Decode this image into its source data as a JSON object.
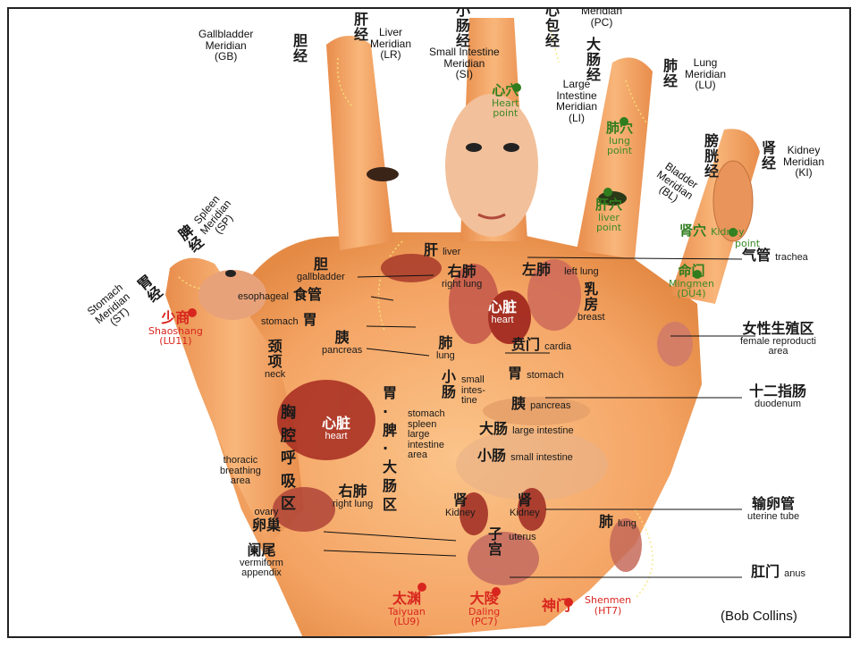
{
  "meridians": {
    "gb": {
      "zh": "胆经",
      "en": "Gallbladder",
      "en2": "Meridian",
      "code": "(GB)"
    },
    "lr": {
      "zh": "肝经",
      "en": "Liver",
      "en2": "Meridian",
      "code": "(LR)"
    },
    "si": {
      "zh": "小肠经",
      "en": "Small Intestine",
      "en2": "Meridian",
      "code": "(SI)"
    },
    "pc": {
      "zh": "心包经",
      "en": "Meridian",
      "code": "(PC)"
    },
    "li": {
      "zh": "大肠经",
      "en": "Large",
      "en2": "Intestine",
      "en3": "Meridian",
      "code": "(LI)"
    },
    "lu": {
      "zh": "肺经",
      "en": "Lung",
      "en2": "Meridian",
      "code": "(LU)"
    },
    "bl": {
      "zh": "膀胱经",
      "en": "Bladder",
      "en2": "Meridian",
      "code": "(BL)"
    },
    "ki": {
      "zh": "肾经",
      "en": "Kidney",
      "en2": "Meridian",
      "code": "(KI)"
    },
    "sp": {
      "zh": "脾经",
      "en": "Spleen",
      "en2": "Meridian",
      "code": "(SP)"
    },
    "st": {
      "zh": "胃经",
      "en": "Stomach",
      "en2": "Meridian",
      "code": "(ST)"
    }
  },
  "points": {
    "heart": {
      "zh": "心穴",
      "en": "Heart",
      "en2": "point"
    },
    "lung": {
      "zh": "肺穴",
      "en": "lung",
      "en2": "point"
    },
    "liver": {
      "zh": "肝穴",
      "en": "liver",
      "en2": "point"
    },
    "kidney": {
      "zh": "肾穴",
      "en": "Kidney",
      "en2": "point"
    },
    "mingmen": {
      "zh": "命门",
      "en": "Mingmen",
      "en2": "(DU4)"
    },
    "shaoshang": {
      "zh": "少商",
      "en": "Shaoshang",
      "en2": "(LU11)"
    },
    "taiyuan": {
      "zh": "太渊",
      "en": "Taiyuan",
      "en2": "(LU9)"
    },
    "daling": {
      "zh": "大陵",
      "en": "Daling",
      "en2": "(PC7)"
    },
    "shenmen": {
      "zh": "神门",
      "en": "Shenmen",
      "en2": "(HT7)"
    }
  },
  "organs": {
    "liver": {
      "zh": "肝",
      "en": "liver"
    },
    "gallbladder": {
      "zh": "胆",
      "en": "gallbladder"
    },
    "esophageal": {
      "zh": "食管",
      "en": "esophageal"
    },
    "stomach_left": {
      "zh": "胃",
      "en": "stomach"
    },
    "pancreas_left": {
      "zh": "胰",
      "en": "pancreas"
    },
    "neck": {
      "zh": "颈项",
      "en": "neck"
    },
    "right_lung_top": {
      "zh": "右肺",
      "en": "right lung"
    },
    "left_lung": {
      "zh": "左肺",
      "en": "left lung"
    },
    "heart_center": {
      "zh": "心脏",
      "en": "heart"
    },
    "breast": {
      "zh": "乳房",
      "en": "breast"
    },
    "lung_center": {
      "zh": "肺",
      "en": "lung"
    },
    "cardia": {
      "zh": "贲门",
      "en": "cardia"
    },
    "stomach_center": {
      "zh": "胃",
      "en": "stomach"
    },
    "small_intestine_v": {
      "zh": "小肠",
      "en1": "small",
      "en2": "intes-",
      "en3": "tine"
    },
    "pancreas_center": {
      "zh": "胰",
      "en": "pancreas"
    },
    "large_intestine": {
      "zh": "大肠",
      "en": "large intestine"
    },
    "small_intestine": {
      "zh": "小肠",
      "en": "small intestine"
    },
    "heart_thumb": {
      "zh": "心脏",
      "en": "heart"
    },
    "chest_breath": {
      "zh": "胸腔呼吸区"
    },
    "thoracic": {
      "en1": "thoracic",
      "en2": "breathing",
      "en3": "area"
    },
    "stomach_spleen": {
      "zh": "胃·脾·大肠区",
      "en1": "stomach",
      "en2": "spleen",
      "en3": "large",
      "en4": "intestine",
      "en5": "area"
    },
    "right_lung_bottom": {
      "zh": "右肺",
      "en": "right lung"
    },
    "kidney_left": {
      "zh": "肾",
      "en": "Kidney"
    },
    "kidney_right": {
      "zh": "肾",
      "en": "Kidney"
    },
    "uterus": {
      "zh": "子宫",
      "en": "uterus"
    },
    "lung_lower": {
      "zh": "肺",
      "en": "lung"
    },
    "ovary": {
      "zh": "卵巢",
      "en": "ovary"
    },
    "appendix": {
      "zh": "阑尾",
      "en1": "vermiform",
      "en2": "appendix"
    }
  },
  "right_labels": {
    "trachea": {
      "zh": "气管",
      "en": "trachea"
    },
    "female": {
      "zh": "女性生殖区",
      "en1": "female reproducti",
      "en2": "area"
    },
    "duodenum": {
      "zh": "十二指肠",
      "en": "duodenum"
    },
    "uterine_tube": {
      "zh": "输卵管",
      "en": "uterine tube"
    },
    "anus": {
      "zh": "肛门",
      "en": "anus"
    }
  },
  "credit": "(Bob Collins)",
  "colors": {
    "skin": "#f5a868",
    "skin_dark": "#e0823f",
    "point_green": "#2f7d1f",
    "point_red": "#d8261e",
    "organ_red": "#b8352a"
  }
}
